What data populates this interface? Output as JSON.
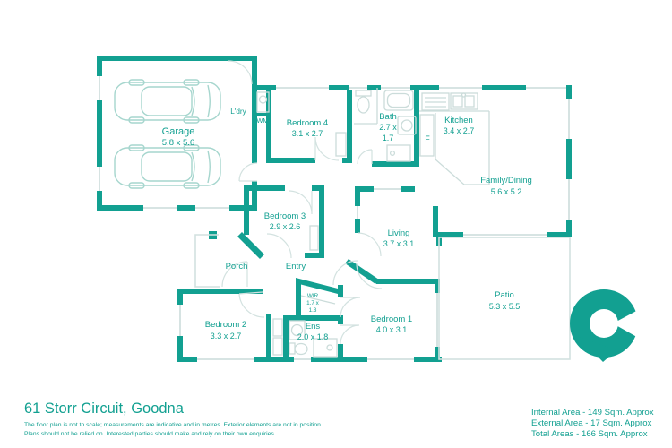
{
  "address_title": "61 Storr Circuit, Goodna",
  "disclaimer": {
    "line1": "The floor plan is not to scale; measurements are indicative and in metres. Exterior elements are not in position.",
    "line2": "Plans should not be relied on. Interested parties should make and rely on their own enquiries."
  },
  "area_summary": {
    "internal": "Internal Area - 149 Sqm. Approx",
    "external": "External Area - 17 Sqm. Approx",
    "total": "Total Areas - 166 Sqm. Approx"
  },
  "colors": {
    "wall_teal": "#12A091",
    "text_teal": "#12A091",
    "fixture_gray": "#CBDCDA",
    "car_outline_teal": "#A6D6CE"
  },
  "rooms": {
    "garage": {
      "name": "Garage",
      "dims": "5.8 x 5.6"
    },
    "laundry": {
      "name": "L'dry"
    },
    "wm": {
      "name": "WM"
    },
    "bedroom4": {
      "name": "Bedroom 4",
      "dims": "3.1 x 2.7"
    },
    "bath": {
      "name": "Bath",
      "dims_line1": "2.7 x",
      "dims_line2": "1.7"
    },
    "fridge": {
      "name": "F"
    },
    "kitchen": {
      "name": "Kitchen",
      "dims": "3.4 x 2.7"
    },
    "family_dining": {
      "name": "Family/Dining",
      "dims": "5.6 x 5.2"
    },
    "bedroom3": {
      "name": "Bedroom 3",
      "dims": "2.9 x 2.6"
    },
    "living": {
      "name": "Living",
      "dims": "3.7 x 3.1"
    },
    "porch": {
      "name": "Porch"
    },
    "entry": {
      "name": "Entry"
    },
    "wir": {
      "name": "WIR",
      "dims_line1": "1.7 x",
      "dims_line2": "1.3"
    },
    "bedroom2": {
      "name": "Bedroom 2",
      "dims": "3.3 x 2.7"
    },
    "ens": {
      "name": "Ens",
      "dims": "2.0 x 1.8"
    },
    "bedroom1": {
      "name": "Bedroom 1",
      "dims": "4.0 x 3.1"
    },
    "patio": {
      "name": "Patio",
      "dims": "5.3 x 5.5"
    }
  }
}
